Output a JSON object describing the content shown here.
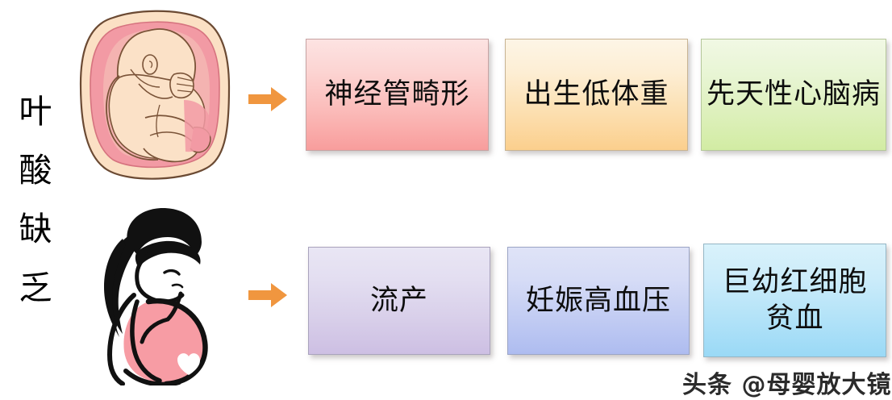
{
  "title": {
    "text": "叶酸缺乏",
    "chars": [
      "叶",
      "酸",
      "缺",
      "乏"
    ]
  },
  "illustrations": [
    {
      "name": "fetus-in-womb-illustration",
      "alt": "子宫内胎儿插图"
    },
    {
      "name": "pregnant-woman-illustration",
      "alt": "孕妇线条插图"
    }
  ],
  "arrows": [
    {
      "name": "arrow-fetus-to-outcomes",
      "glyph": "→",
      "color": "#F0963F"
    },
    {
      "name": "arrow-mother-to-outcomes",
      "glyph": "→",
      "color": "#F0963F"
    }
  ],
  "rows": [
    {
      "name": "fetal-outcomes-row",
      "boxes": [
        {
          "label": "神经管畸形",
          "color": "#F89D9C",
          "style": "box-pink"
        },
        {
          "label": "出生低体重",
          "color": "#FBCF8D",
          "style": "box-cream"
        },
        {
          "label": "先天性心脑病",
          "color": "#D2ECA3",
          "style": "box-green"
        }
      ]
    },
    {
      "name": "maternal-outcomes-row",
      "boxes": [
        {
          "label": "流产",
          "color": "#CDBFE3",
          "style": "box-purple"
        },
        {
          "label": "妊娠高血压",
          "color": "#AEBCF0",
          "style": "box-blue"
        },
        {
          "label": "巨幼红细胞\n贫血",
          "color": "#9AD9F6",
          "style": "box-cyan"
        }
      ]
    }
  ],
  "watermark": {
    "text": "头条 @母婴放大镜"
  }
}
